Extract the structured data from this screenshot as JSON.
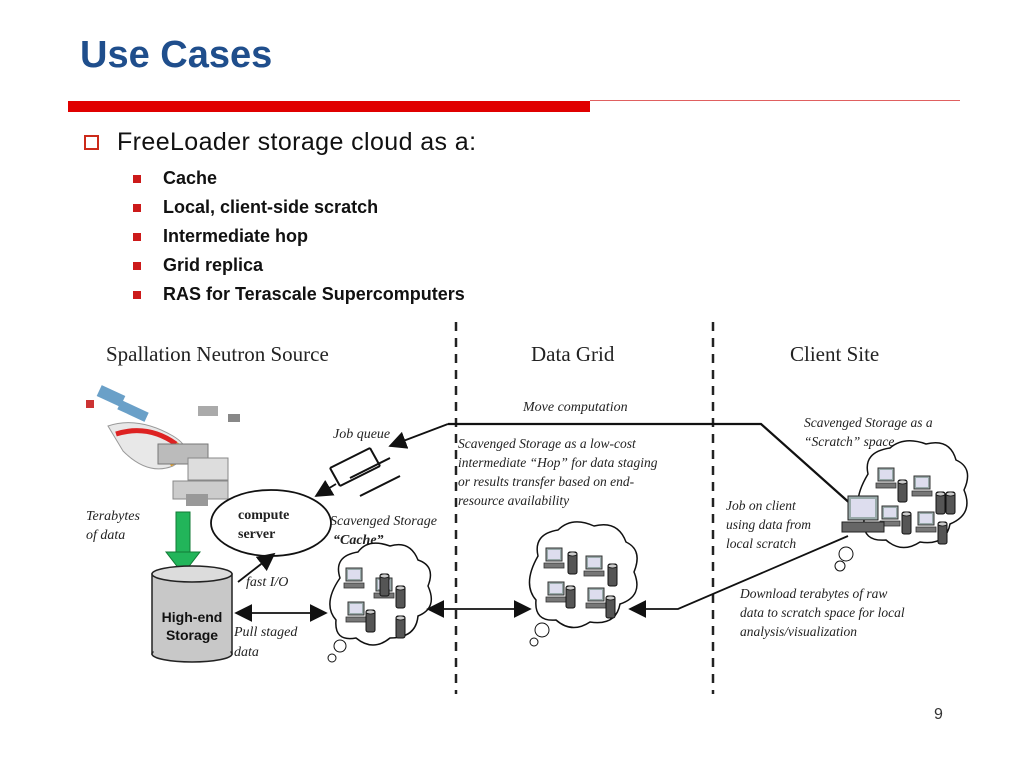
{
  "slide": {
    "title": "Use Cases",
    "bullet_main": "FreeLoader storage cloud as a:",
    "sub_bullets": [
      "Cache",
      "Local, client-side scratch",
      "Intermediate hop",
      "Grid replica",
      "RAS for Terascale Supercomputers"
    ],
    "page_number": "9"
  },
  "diagram": {
    "headers": {
      "left": "Spallation Neutron Source",
      "middle": "Data Grid",
      "right": "Client Site"
    },
    "labels": {
      "move_computation": "Move computation",
      "job_queue": "Job queue",
      "compute_server_1": "compute",
      "compute_server_2": "server",
      "terabytes_1": "Terabytes",
      "terabytes_2": "of data",
      "fast_io": "fast I/O",
      "storage_1": "High-end",
      "storage_2": "Storage",
      "pull_1": "Pull staged",
      "pull_2": "data",
      "cache_1": "Scavenged Storage",
      "cache_2": "“Cache”",
      "hop_1": "Scavenged Storage as a low-cost",
      "hop_2": "intermediate “Hop” for data staging",
      "hop_3": "or results transfer based on end-",
      "hop_4": "resource availability",
      "scratch_1": "Scavenged Storage as a",
      "scratch_2": "“Scratch” space",
      "job_1": "Job on client",
      "job_2": "using data from",
      "job_3": "local scratch",
      "download_1": "Download terabytes of raw",
      "download_2": "data to scratch space for local",
      "download_3": "analysis/visualization"
    }
  },
  "colors": {
    "title": "#1f4e8c",
    "accent_red": "#e00000",
    "bullet_red": "#cc1a1a",
    "arrow_green": "#22b55a",
    "storage_gray": "#c8c8c8"
  }
}
